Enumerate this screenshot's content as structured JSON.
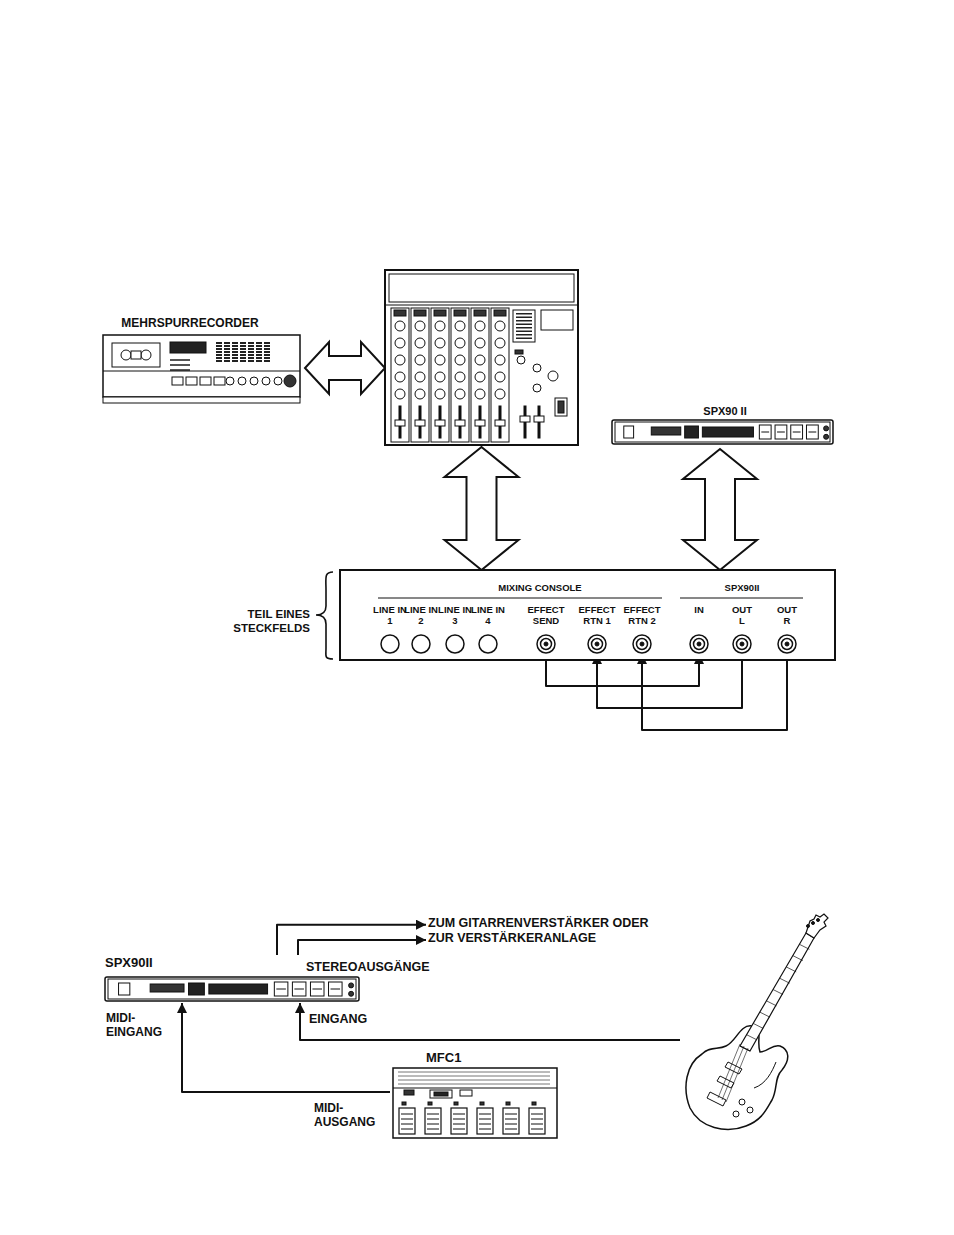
{
  "diagram": {
    "nodes": [
      {
        "text": [
          "MEHRSPURRECORDER"
        ]
      },
      {
        "text": []
      },
      {
        "text": [
          "SPX90 II"
        ]
      },
      {
        "text": [
          "MIXING CONSOLE",
          "SPX90II"
        ]
      },
      {
        "text": [
          "LINE IN 1"
        ],
        "in": 3
      },
      {
        "text": [
          "LINE IN 2"
        ],
        "in": 3
      },
      {
        "text": [
          "LINE IN 3"
        ],
        "in": 3
      },
      {
        "text": [
          "LINE IN 4"
        ],
        "in": 3
      },
      {
        "text": [
          "EFFECT SEND"
        ],
        "in": 3
      },
      {
        "text": [
          "EFFECT RTN 1"
        ],
        "in": 3
      },
      {
        "text": [
          "EFFECT RTN 2"
        ],
        "in": 3
      },
      {
        "text": [
          "IN"
        ],
        "in": 3
      },
      {
        "text": [
          "OUT L"
        ],
        "in": 3
      },
      {
        "text": [
          "OUT R"
        ],
        "in": 3
      },
      {
        "text": [
          "SPX90II"
        ]
      },
      {
        "text": [
          "ZUM GITARRENVERSTÄRKER ODER ZUR VERSTÄRKERANLAGE"
        ]
      },
      {
        "text": [
          "MFC1"
        ]
      },
      {
        "text": []
      }
    ],
    "edges": [
      {
        "from": 0,
        "to": 1,
        "arrow": "both"
      },
      {
        "from": 1,
        "to": 3,
        "arrow": "both"
      },
      {
        "from": 2,
        "to": 3,
        "arrow": "both"
      },
      {
        "from": 8,
        "to": 11,
        "arrow": "to"
      },
      {
        "from": 12,
        "to": 9,
        "arrow": "to"
      },
      {
        "from": 13,
        "to": 10,
        "arrow": "to"
      },
      {
        "from": 14,
        "to": 15,
        "arrow": "to"
      },
      {
        "from": 14,
        "to": 15,
        "arrow": "to"
      },
      {
        "from": 16,
        "to": 14,
        "arrow": "to"
      },
      {
        "from": 17,
        "to": 14,
        "arrow": "to"
      }
    ],
    "labels": [
      "TEIL EINES STECKFELDS",
      "STEREOAUSGÄNGE",
      "MIDI- EINGANG",
      "EINGANG",
      "MIDI- AUSGANG"
    ]
  }
}
